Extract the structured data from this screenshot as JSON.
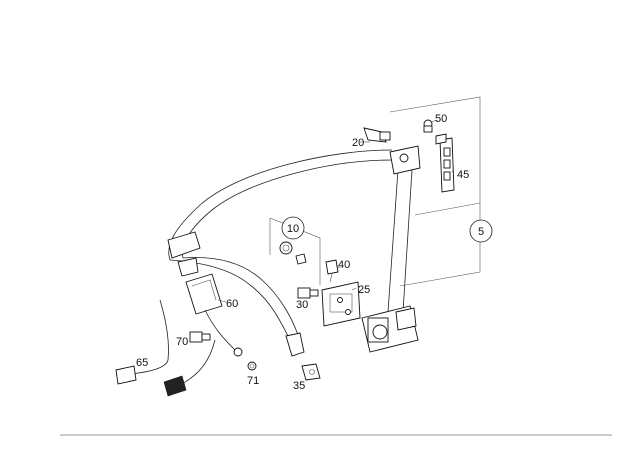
{
  "diagram": {
    "callouts": {
      "c5": "5",
      "c10": "10",
      "c20": "20",
      "c25": "25",
      "c30": "30",
      "c35": "35",
      "c40": "40",
      "c45": "45",
      "c50": "50",
      "c60": "60",
      "c65": "65",
      "c70": "70",
      "c71": "71"
    }
  }
}
